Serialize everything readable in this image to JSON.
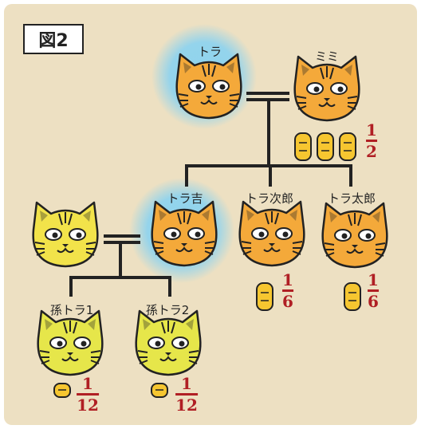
{
  "figure_label": "図2",
  "people": {
    "tora": {
      "name": "トラ"
    },
    "mimi": {
      "name": "ミミ",
      "share_num": "1",
      "share_den": "2",
      "coins": 3
    },
    "torakichi": {
      "name": "トラ吉"
    },
    "wife": {
      "name": ""
    },
    "torajiro": {
      "name": "トラ次郎",
      "share_num": "1",
      "share_den": "6",
      "coins": 1
    },
    "toratarou": {
      "name": "トラ太郎",
      "share_num": "1",
      "share_den": "6",
      "coins": 1
    },
    "magotora1": {
      "name": "孫トラ1",
      "share_num": "1",
      "share_den": "12",
      "coins": 0.5
    },
    "magotora2": {
      "name": "孫トラ2",
      "share_num": "1",
      "share_den": "12",
      "coins": 0.5
    }
  },
  "colors": {
    "background": "#ede0c2",
    "highlight": "#8fd3ee",
    "orange_cat": "#f4a93a",
    "yellow_cat": "#f2e34a",
    "lime_cat": "#e6e64a",
    "coin": "#f6c630",
    "fraction": "#b01f24",
    "line": "#222222"
  },
  "icons": [
    "cat-face-icon",
    "gold-coin-icon"
  ]
}
